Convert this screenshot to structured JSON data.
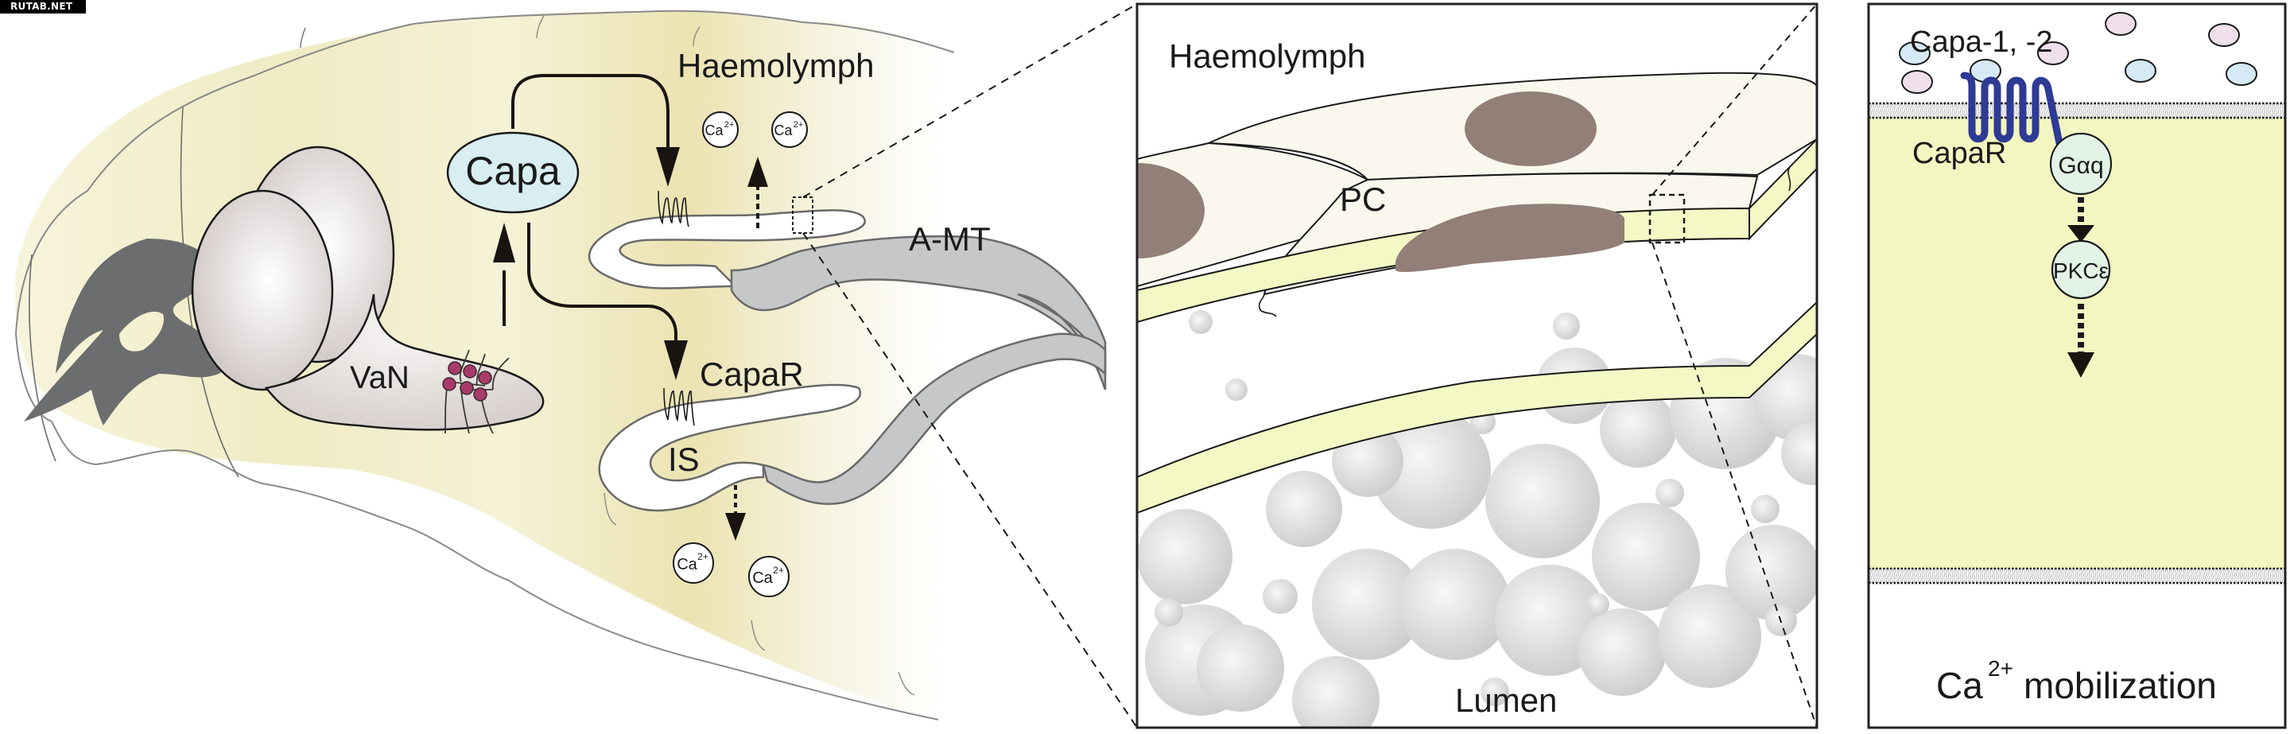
{
  "watermark": "RUTAB.NET",
  "colors": {
    "head_yellow": "#f1ecc4",
    "brain_gray": "#d9d2d0",
    "capa_fill": "#d9eef2",
    "tubule_gray": "#c6c7c8",
    "cell_cream": "#faf8ec",
    "basal_yellow": "#f4f8c4",
    "nucleus_brown": "#927f77",
    "lumen_sphere": "#d4d4d4",
    "receptor_blue": "#2e3a94",
    "cytoplasm_yellow": "#f3f6c0",
    "signal_circle": "#e3f3e6",
    "capa1_blue": "#d6eaf5",
    "capa2_pink": "#efe0ec",
    "neuron_magenta": "#a83b6a"
  },
  "panel_left": {
    "capa_label": "Capa",
    "van_label": "VaN",
    "haemolymph_label": "Haemolymph",
    "amt_label": "A-MT",
    "capar_label": "CapaR",
    "is_label": "IS",
    "ca_ion_label": "Ca",
    "ca_ion_charge": "2+"
  },
  "panel_middle": {
    "haemolymph_label": "Haemolymph",
    "pc_label": "PC",
    "lumen_label": "Lumen"
  },
  "panel_right": {
    "ligand_label": "Capa-1, -2",
    "receptor_label": "CapaR",
    "gaq_label": "Gαq",
    "pkc_label": "PKCε",
    "outcome_label": "mobilization",
    "outcome_ion": "Ca",
    "outcome_charge": "2+"
  }
}
